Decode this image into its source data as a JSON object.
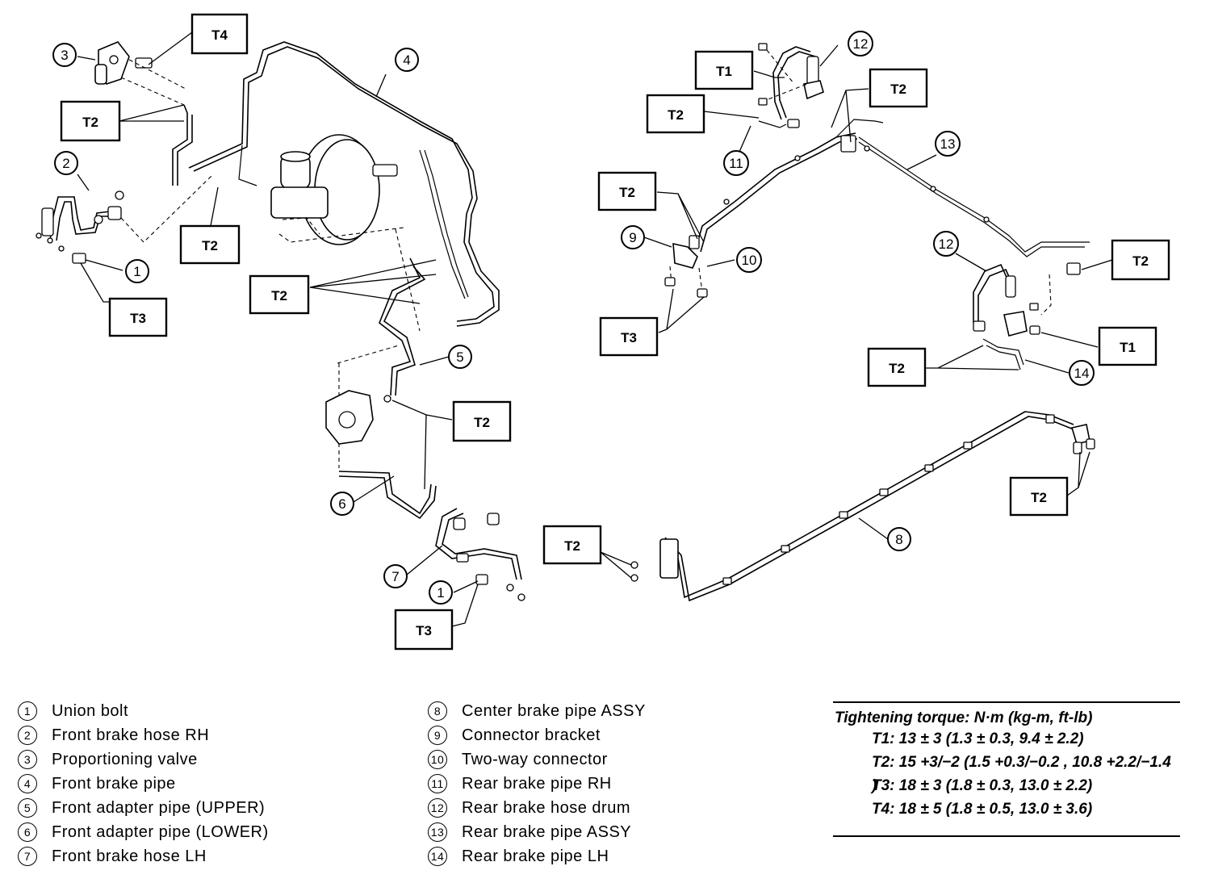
{
  "diagram": {
    "torque_boxes": [
      {
        "id": "t4-top",
        "label": "T4"
      },
      {
        "id": "t2-valve",
        "label": "T2"
      },
      {
        "id": "t2-front-mid",
        "label": "T2"
      },
      {
        "id": "t3-left",
        "label": "T3"
      },
      {
        "id": "t2-master",
        "label": "T2"
      },
      {
        "id": "t2-adapter",
        "label": "T2"
      },
      {
        "id": "t3-bottom",
        "label": "T3"
      },
      {
        "id": "t1-rear-top",
        "label": "T1"
      },
      {
        "id": "t2-rear-left",
        "label": "T2"
      },
      {
        "id": "t2-rear-top",
        "label": "T2"
      },
      {
        "id": "t2-rear-conn",
        "label": "T2"
      },
      {
        "id": "t3-rear",
        "label": "T3"
      },
      {
        "id": "t2-rear-right",
        "label": "T2"
      },
      {
        "id": "t1-rear-right",
        "label": "T1"
      },
      {
        "id": "t2-rear-lh",
        "label": "T2"
      },
      {
        "id": "t2-center-right",
        "label": "T2"
      },
      {
        "id": "t2-center-left",
        "label": "T2"
      }
    ],
    "callouts": [
      {
        "id": "c3",
        "label": "3"
      },
      {
        "id": "c4",
        "label": "4"
      },
      {
        "id": "c2",
        "label": "2"
      },
      {
        "id": "c1a",
        "label": "1"
      },
      {
        "id": "c5",
        "label": "5"
      },
      {
        "id": "c6",
        "label": "6"
      },
      {
        "id": "c7",
        "label": "7"
      },
      {
        "id": "c1b",
        "label": "1"
      },
      {
        "id": "c12a",
        "label": "12"
      },
      {
        "id": "c11",
        "label": "11"
      },
      {
        "id": "c13",
        "label": "13"
      },
      {
        "id": "c9",
        "label": "9"
      },
      {
        "id": "c10",
        "label": "10"
      },
      {
        "id": "c12b",
        "label": "12"
      },
      {
        "id": "c14",
        "label": "14"
      },
      {
        "id": "c8",
        "label": "8"
      }
    ]
  },
  "legend": {
    "left": [
      {
        "num": "1",
        "text": "Union bolt"
      },
      {
        "num": "2",
        "text": "Front brake hose RH"
      },
      {
        "num": "3",
        "text": "Proportioning valve"
      },
      {
        "num": "4",
        "text": "Front brake pipe"
      },
      {
        "num": "5",
        "text": "Front adapter pipe (UPPER)"
      },
      {
        "num": "6",
        "text": "Front adapter pipe (LOWER)"
      },
      {
        "num": "7",
        "text": "Front brake hose LH"
      }
    ],
    "right": [
      {
        "num": "8",
        "text": "Center brake pipe ASSY"
      },
      {
        "num": "9",
        "text": "Connector bracket"
      },
      {
        "num": "10",
        "text": "Two-way connector"
      },
      {
        "num": "11",
        "text": "Rear brake pipe RH"
      },
      {
        "num": "12",
        "text": "Rear brake hose drum"
      },
      {
        "num": "13",
        "text": "Rear brake pipe ASSY"
      },
      {
        "num": "14",
        "text": "Rear brake pipe LH"
      }
    ]
  },
  "torque": {
    "heading": "Tightening torque: N·m (kg-m, ft-lb)",
    "t1": "T1: 13 ± 3 (1.3 ± 0.3, 9.4 ± 2.2)",
    "t2": "T2: 15 +3/−2 (1.5 +0.3/−0.2 , 10.8 +2.2/−1.4 )",
    "t3": "T3: 18 ± 3 (1.8 ± 0.3, 13.0 ± 2.2)",
    "t4": "T4: 18 ± 5 (1.8 ± 0.5, 13.0 ± 3.6)"
  }
}
